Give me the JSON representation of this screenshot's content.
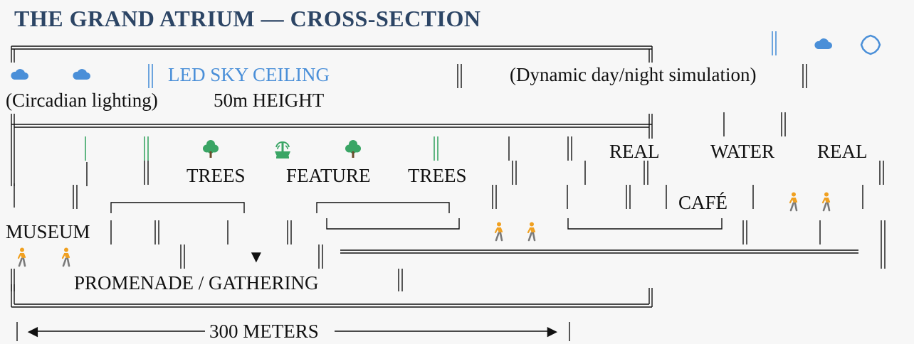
{
  "title": "THE GRAND ATRIUM — CROSS-SECTION",
  "ceiling": {
    "label": "LED SKY CEILING",
    "note": "(Dynamic day/night simulation)",
    "lighting": "(Circadian lighting)",
    "height": "50m HEIGHT"
  },
  "upper": {
    "trees_left": "TREES",
    "feature": "FEATURE",
    "trees_right": "TREES",
    "real_left": "REAL",
    "water": "WATER",
    "real_right": "REAL"
  },
  "middle": {
    "cafe": "CAFÉ",
    "museum": "MUSEUM"
  },
  "ground": {
    "promenade": "PROMENADE / GATHERING",
    "arrow_down": "▼"
  },
  "scale": {
    "left_cap": "|",
    "left_arrow": "◄",
    "label": "300 METERS",
    "right_arrow": "►",
    "right_cap": "|"
  },
  "icons": {
    "sky": [
      "cloud-icon",
      "sun-icon"
    ],
    "garden": [
      "tree-icon",
      "fountain-icon"
    ],
    "people": "person-walking-icon"
  },
  "colors": {
    "title": "#2c4565",
    "sky": "#4a8fd8",
    "green": "#3aa565",
    "person": "#f0a020"
  }
}
